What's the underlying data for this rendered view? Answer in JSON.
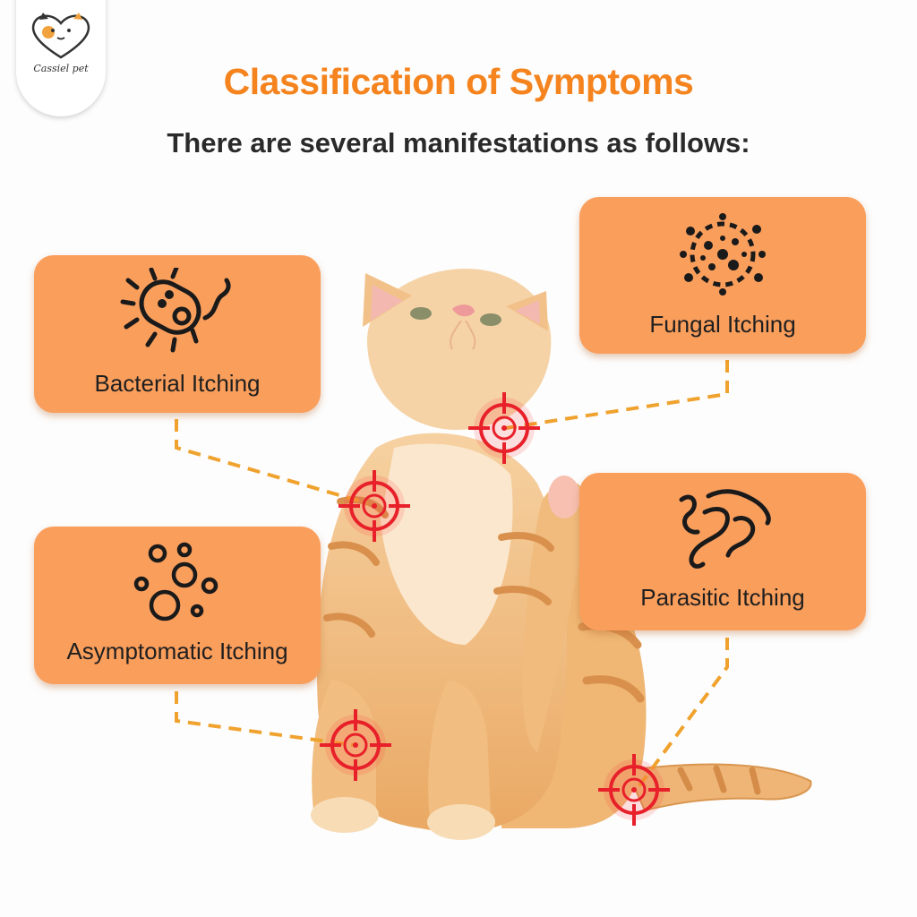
{
  "brand": {
    "name": "Cassiel pet",
    "logo_icon": "heart-cat-dog-icon"
  },
  "header": {
    "title": "Classification of Symptoms",
    "subtitle": "There are several manifestations as follows:"
  },
  "cards": {
    "bacterial": {
      "label": "Bacterial Itching",
      "icon": "bacteria-icon"
    },
    "fungal": {
      "label": "Fungal Itching",
      "icon": "fungus-spore-icon"
    },
    "asymptomatic": {
      "label": "Asymptomatic Itching",
      "icon": "bubbles-icon"
    },
    "parasitic": {
      "label": "Parasitic Itching",
      "icon": "worms-icon"
    }
  },
  "colors": {
    "title_orange": "#f5841f",
    "card_orange": "#fa9e5c",
    "connector": "#f0a22e",
    "target_red": "#e8202a",
    "cat_fur": "#f4c48a"
  },
  "image": {
    "subject": "orange tabby cat looking up",
    "markers": "crosshair-target-icon"
  }
}
